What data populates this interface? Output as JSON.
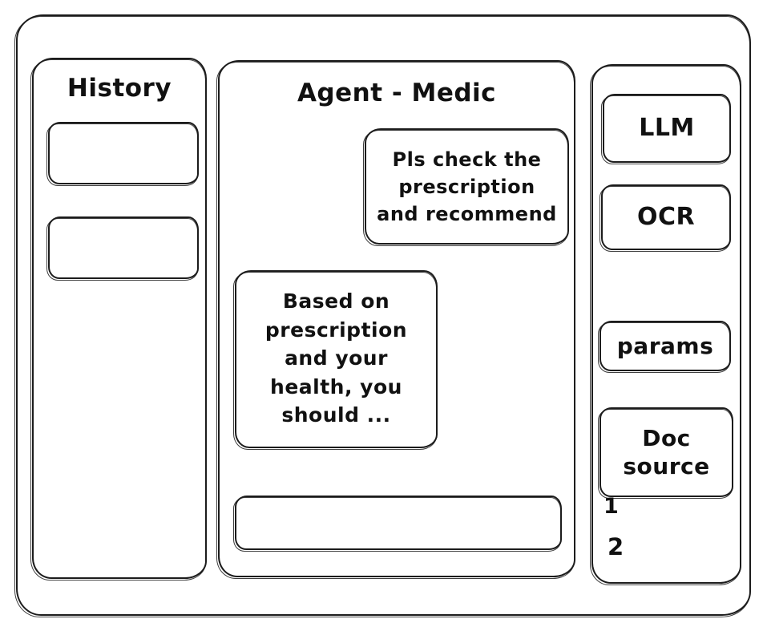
{
  "window": {
    "frame_style": "hand-drawn-wireframe"
  },
  "sidebar_left": {
    "title": "History",
    "items": [
      {
        "label": ""
      },
      {
        "label": ""
      }
    ]
  },
  "main": {
    "title": "Agent - Medic",
    "messages": [
      {
        "role": "user",
        "align": "right",
        "text": "Pls check the prescription and recommend"
      },
      {
        "role": "assistant",
        "align": "left",
        "text": "Based on prescription and your health, you should ..."
      }
    ],
    "input": {
      "value": "",
      "placeholder": ""
    }
  },
  "sidebar_right": {
    "tools": [
      {
        "label": "LLM"
      },
      {
        "label": "OCR"
      },
      {
        "label": "params"
      },
      {
        "label": "Doc source"
      }
    ],
    "doc_sources": [
      {
        "label": "1"
      },
      {
        "label": "2"
      }
    ]
  },
  "colors": {
    "ink": "#1c1c1c",
    "paper": "#ffffff"
  }
}
